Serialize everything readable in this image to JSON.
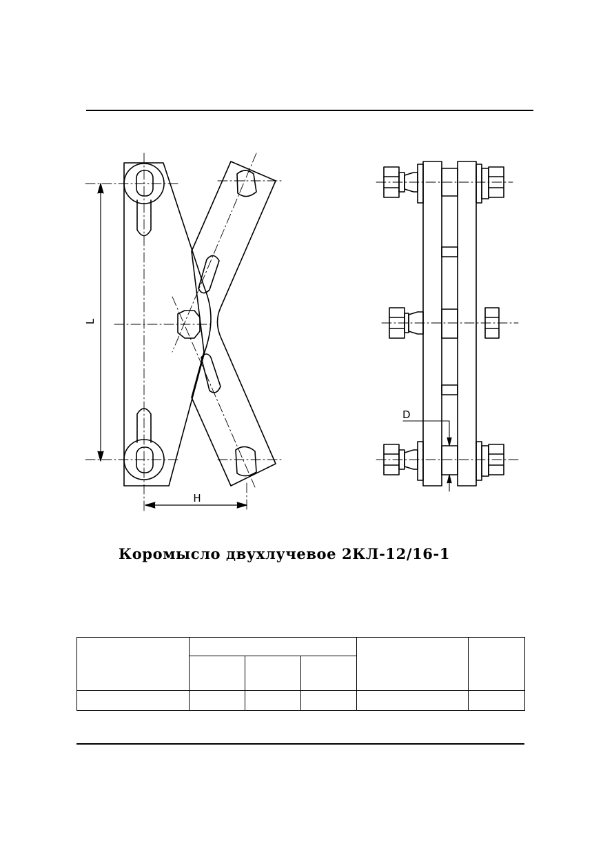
{
  "caption": "Коромысло двухлучевое 2КЛ-12/16-1",
  "dimensions": {
    "length_label": "L",
    "offset_label": "H",
    "diameter_label": "D"
  },
  "spec_table": {
    "header": [
      "",
      "",
      "",
      "",
      "",
      "",
      ""
    ],
    "row": [
      "",
      "",
      "",
      "",
      "",
      ""
    ]
  }
}
